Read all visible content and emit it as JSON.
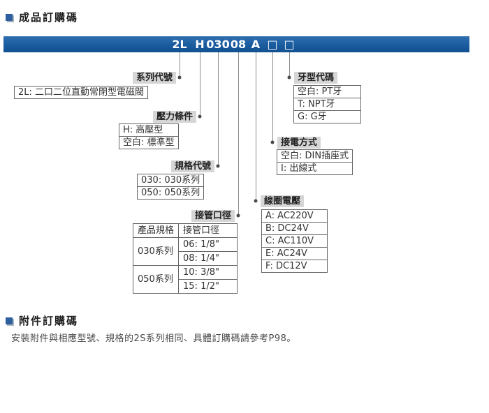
{
  "sections": {
    "product": {
      "title": "成品訂購碼"
    },
    "accessory": {
      "title": "附件訂購碼",
      "note": "安裝附件與相應型號、規格的2S系列相同、具體訂購碼請參考P98。"
    }
  },
  "banner": {
    "parts": [
      "2L",
      "H",
      "030",
      "08",
      "A",
      "□",
      "□"
    ]
  },
  "groups": {
    "series": {
      "label": "系列代號",
      "rows": [
        "2L: 二口二位直動常閉型電磁閥"
      ]
    },
    "pressure": {
      "label": "壓力條件",
      "rows": [
        "H: 高壓型",
        "空白: 標準型"
      ]
    },
    "spec": {
      "label": "規格代號",
      "rows": [
        "030: 030系列",
        "050: 050系列"
      ]
    },
    "port": {
      "label": "接管口徑",
      "headers": [
        "產品規格",
        "接管口徑"
      ],
      "rows": [
        {
          "spec": "030系列",
          "sizes": [
            "06: 1/8\"",
            "08: 1/4\""
          ]
        },
        {
          "spec": "050系列",
          "sizes": [
            "10: 3/8\"",
            "15: 1/2\""
          ]
        }
      ]
    },
    "voltage": {
      "label": "線圈電壓",
      "rows": [
        "A: AC220V",
        "B: DC24V",
        "C: AC110V",
        "E: AC24V",
        "F: DC12V"
      ]
    },
    "wiring": {
      "label": "接電方式",
      "rows": [
        "空白: DIN插座式",
        "I: 出線式"
      ]
    },
    "thread": {
      "label": "牙型代碼",
      "rows": [
        "空白: PT牙",
        "T: NPT牙",
        "G: G牙"
      ]
    }
  },
  "colors": {
    "banner_blue": "#1a5c9e",
    "label_gray": "#d6d6d6"
  }
}
